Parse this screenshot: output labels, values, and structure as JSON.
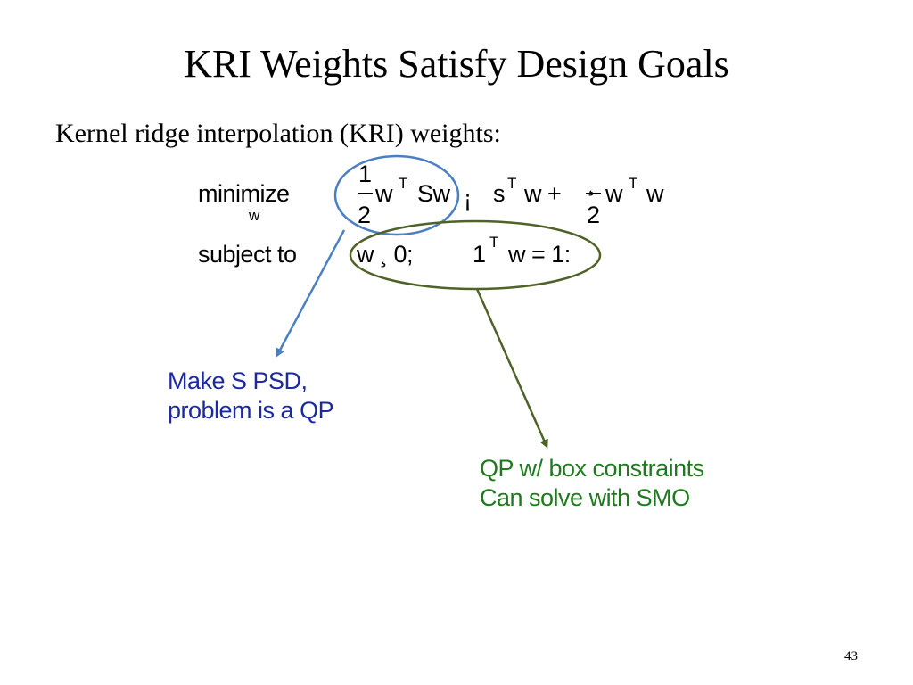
{
  "slide": {
    "title": "KRI Weights Satisfy Design Goals",
    "subtitle": "Kernel ridge interpolation (KRI) weights:",
    "page_number": "43"
  },
  "equation": {
    "minimize": "minimize",
    "minimize_var": "w",
    "frac1_num": "1",
    "frac1_den": "2",
    "term1_w": "w",
    "term1_sup": "T",
    "term1_rest": "Sw",
    "minus_glyph": "¡",
    "term2_s": "s",
    "term2_sup": "T",
    "term2_rest": "w +",
    "frac2_num": "¸",
    "frac2_den": "2",
    "term3_w": "w",
    "term3_sup": "T",
    "term3_rest": "w",
    "subject_to": "subject to",
    "constraint1": "w ¸  0;",
    "constraint2_one": "1",
    "constraint2_sup": "T",
    "constraint2_rest": "w =  1:"
  },
  "annotations": {
    "psd_line1": "Make S PSD,",
    "psd_line2": "problem is a QP",
    "qp_line1": "QP w/ box constraints",
    "qp_line2": "Can solve with SMO",
    "blue_color": "#4a7fc1",
    "green_color": "#4f6228",
    "blue_text_color": "#1c2aa0",
    "green_text_color": "#1f7a1f"
  }
}
